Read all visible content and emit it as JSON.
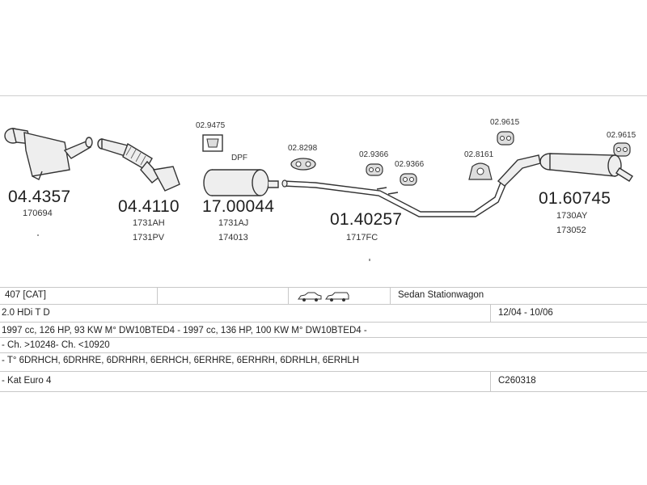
{
  "parts": [
    {
      "number": "04.4357",
      "refs": [
        "170694"
      ]
    },
    {
      "number": "04.4110",
      "refs": [
        "1731AH",
        "1731PV"
      ]
    },
    {
      "number": "17.00044",
      "refs": [
        "1731AJ",
        "174013"
      ],
      "tag": "DPF"
    },
    {
      "number": "01.40257",
      "refs": [
        "1717FC"
      ]
    },
    {
      "number": "01.60745",
      "refs": [
        "1730AY",
        "173052"
      ]
    }
  ],
  "accessories": {
    "a1": "02.9475",
    "a2": "02.8298",
    "a3": "02.9366",
    "a4": "02.9366",
    "a5": "02.8161",
    "a6": "02.9615",
    "a7": "02.9615"
  },
  "vehicle": {
    "model": "407  [CAT]",
    "body_types": "Sedan  Stationwagon",
    "engine": "2.0 HDi T D",
    "period": "12/04 - 10/06",
    "specs": "1997 cc, 126 HP, 93 KW M° DW10BTED4 - 1997 cc, 136 HP, 100 KW M° DW10BTED4 -",
    "chassis": "- Ch. >10248- Ch. <10920",
    "types": "- T° 6DRHCH, 6DRHRE, 6DRHRH, 6ERHCH, 6ERHRE, 6ERHRH, 6DRHLH, 6ERHLH",
    "emission": "- Kat Euro 4",
    "code": "C260318"
  }
}
